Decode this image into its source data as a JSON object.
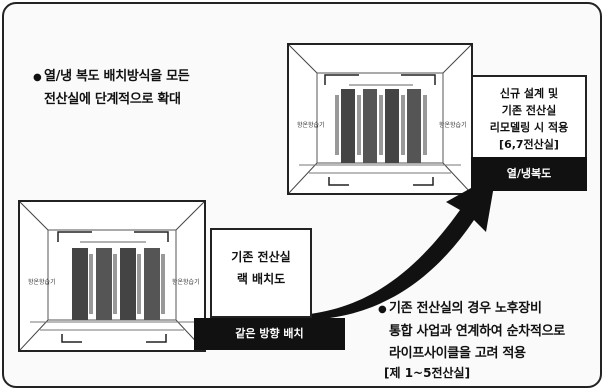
{
  "notes": {
    "top": {
      "bullet": "●",
      "line1": "열/냉 복도 배치방식을 모든",
      "line2": "전산실에 단계적으로 확대"
    },
    "bottom": {
      "bullet": "●",
      "line1": "기존 전산실의 경우 노후장비",
      "line2": "통합 사업과 연계하여 순차적으로",
      "line3": "라이프사이클을 고려 적용"
    },
    "reference": "[제 1~5전산실]"
  },
  "new_layout": {
    "lines": [
      "신규 설계 및",
      "기존 전산실",
      "리모델링 시 적용",
      "[6,7전산실]"
    ],
    "strip": "열/냉복도"
  },
  "existing_layout": {
    "lines": [
      "기존 전산실",
      "랙 배치도"
    ],
    "strip": "같은 방향 배치"
  },
  "room_tag": "항온항습기",
  "colors": {
    "frame": "#222222",
    "strip": "#111111",
    "rack": "#444444",
    "arrow": "#111111"
  }
}
